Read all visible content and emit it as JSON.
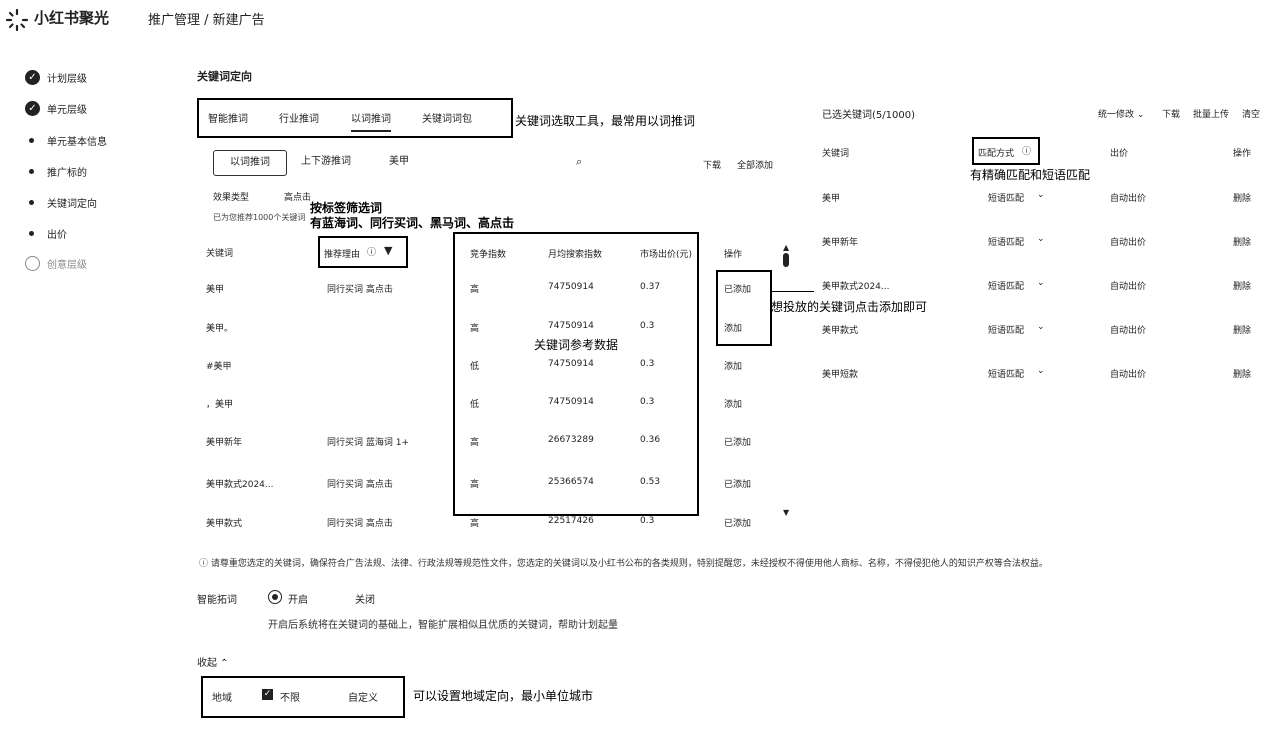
{
  "app": {
    "name": "小红书聚光"
  },
  "breadcrumb": "推广管理 / 新建广告",
  "steps": [
    {
      "label": "计划层级",
      "icon": "check-circle"
    },
    {
      "label": "单元层级",
      "icon": "check-circle"
    },
    {
      "label": "单元基本信息",
      "icon": "dot"
    },
    {
      "label": "推广标的",
      "icon": "dot"
    },
    {
      "label": "关键词定向",
      "icon": "dot"
    },
    {
      "label": "出价",
      "icon": "dot"
    },
    {
      "label": "创意层级",
      "icon": "empty-circle"
    }
  ],
  "section_title": "关键词定向",
  "tool_tabs": [
    "智能推词",
    "行业推词",
    "以词推词",
    "关键词词包"
  ],
  "search": {
    "tabs": [
      "以词推词",
      "上下游推词"
    ],
    "value": "美甲",
    "download": "下载",
    "add_all": "全部添加"
  },
  "filter": {
    "label": "效果类型",
    "value": "高点击",
    "hint": "已为您推荐1000个关键词"
  },
  "table": {
    "headers": [
      "关键词",
      "推荐理由",
      "竞争指数",
      "月均搜索指数",
      "市场出价(元)",
      "操作"
    ],
    "rows": [
      {
        "keyword": "美甲",
        "reason": "同行买词   高点击",
        "competition": "高",
        "search": "74750914",
        "price": "0.37",
        "action": "已添加"
      },
      {
        "keyword": "美甲。",
        "reason": "",
        "competition": "高",
        "search": "74750914",
        "price": "0.3",
        "action": "添加"
      },
      {
        "keyword": "#美甲",
        "reason": "",
        "competition": "低",
        "search": "74750914",
        "price": "0.3",
        "action": "添加"
      },
      {
        "keyword": "，美甲",
        "reason": "",
        "competition": "低",
        "search": "74750914",
        "price": "0.3",
        "action": "添加"
      },
      {
        "keyword": "美甲新年",
        "reason": "同行买词   蓝海词   1+",
        "competition": "高",
        "search": "26673289",
        "price": "0.36",
        "action": "已添加"
      },
      {
        "keyword": "美甲款式2024...",
        "reason": "同行买词   高点击",
        "competition": "高",
        "search": "25366574",
        "price": "0.53",
        "action": "已添加"
      },
      {
        "keyword": "美甲款式",
        "reason": "同行买词   高点击",
        "competition": "高",
        "search": "22517426",
        "price": "0.3",
        "action": "已添加"
      }
    ]
  },
  "selected": {
    "title": "已选关键词(5/1000)",
    "actions": [
      "统一修改",
      "下载",
      "批量上传",
      "清空"
    ],
    "headers": [
      "关键词",
      "匹配方式",
      "出价",
      "操作"
    ],
    "rows": [
      {
        "keyword": "美甲",
        "match": "短语匹配",
        "bid": "自动出价",
        "op": "删除"
      },
      {
        "keyword": "美甲新年",
        "match": "短语匹配",
        "bid": "自动出价",
        "op": "删除"
      },
      {
        "keyword": "美甲款式2024...",
        "match": "短语匹配",
        "bid": "自动出价",
        "op": "删除"
      },
      {
        "keyword": "美甲款式",
        "match": "短语匹配",
        "bid": "自动出价",
        "op": "删除"
      },
      {
        "keyword": "美甲短款",
        "match": "短语匹配",
        "bid": "自动出价",
        "op": "删除"
      }
    ]
  },
  "notice": "请尊重您选定的关键词，确保符合广告法规、法律、行政法规等规范性文件，您选定的关键词以及小红书公布的各类规则，特别提醒您，未经授权不得使用他人商标、名称，不得侵犯他人的知识产权等合法权益。",
  "smart": {
    "label": "智能拓词",
    "on": "开启",
    "off": "关闭",
    "desc": "开启后系统将在关键词的基础上，智能扩展相似且优质的关键词，帮助计划起量"
  },
  "collapse": "收起",
  "region": {
    "label": "地域",
    "opt1": "不限",
    "opt2": "自定义"
  },
  "annotations": {
    "tools": "关键词选取工具，最常用以词推词",
    "filter1": "按标签筛选词",
    "filter2": "有蓝海词、同行买词、黑马词、高点击",
    "add": "想投放的关键词点击添加即可",
    "data": "关键词参考数据",
    "match": "有精确匹配和短语匹配",
    "region": "可以设置地域定向，最小单位城市"
  }
}
